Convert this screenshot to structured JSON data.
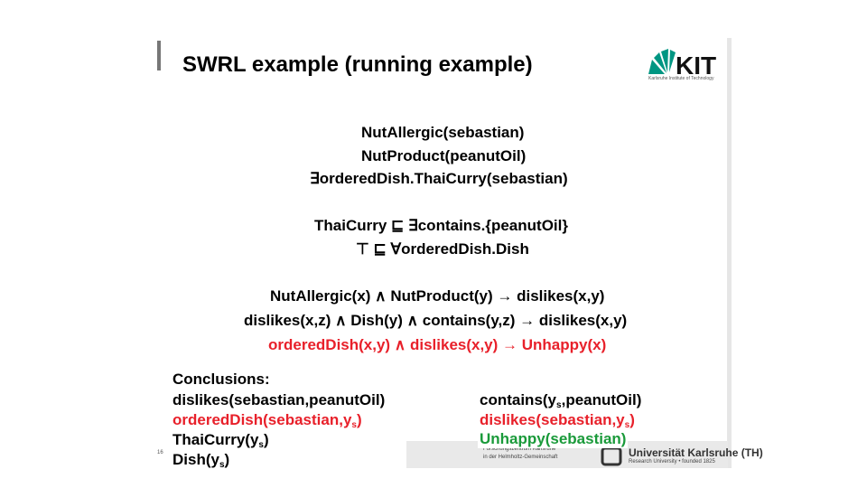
{
  "title": "SWRL example (running example)",
  "logo": {
    "name": "KIT",
    "subtitle": "Karlsruhe Institute of Technology"
  },
  "facts": {
    "f1": "NutAllergic(sebastian)",
    "f2": "NutProduct(peanutOil)",
    "f3": "∃orderedDish.ThaiCurry(sebastian)"
  },
  "axioms": {
    "a1": "ThaiCurry ⊑ ∃contains.{peanutOil}",
    "a2": "⊤ ⊑ ∀orderedDish.Dish"
  },
  "rules": {
    "r1": "NutAllergic(x) ∧ NutProduct(y) → dislikes(x,y)",
    "r2": "dislikes(x,z) ∧ Dish(y) ∧ contains(y,z) → dislikes(x,y)",
    "r3": "orderedDish(x,y) ∧ dislikes(x,y) → Unhappy(x)"
  },
  "conclusions": {
    "heading": "Conclusions:",
    "c1": "dislikes(sebastian,peanutOil)",
    "c2_pre": "orderedDish(sebastian,y",
    "c2_sub": "s",
    "c2_post": ")",
    "c3_pre": "ThaiCurry(y",
    "c3_sub": "s",
    "c3_post": ")",
    "c4_pre": "Dish(y",
    "c4_sub": "s",
    "c4_post": ")",
    "c5_pre": "contains(y",
    "c5_sub": "s",
    "c5_post": ",peanutOil)",
    "c6_pre": "dislikes(sebastian,y",
    "c6_sub": "s",
    "c6_post": ")",
    "c7": "Unhappy(sebastian)"
  },
  "footer": {
    "page_number": "16",
    "research_center_line1": "Forschungszentrum Karlsruhe",
    "research_center_line2": "in der Helmholtz-Gemeinschaft",
    "university": "Universität Karlsruhe (TH)",
    "university_sub": "Research University • founded 1825"
  },
  "colors": {
    "red": "#e8202a",
    "green": "#1a9a3a",
    "kit_green": "#009682"
  }
}
